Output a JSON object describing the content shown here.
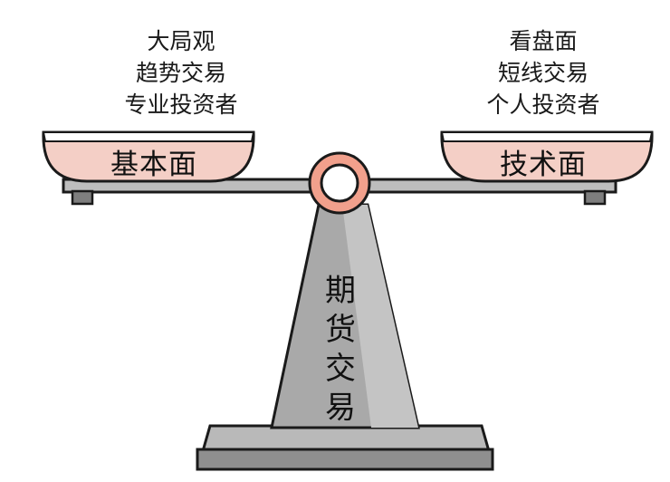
{
  "left": {
    "caption": [
      "大局观",
      "趋势交易",
      "专业投资者"
    ],
    "label": "基本面"
  },
  "right": {
    "caption": [
      "看盘面",
      "短线交易",
      "个人投资者"
    ],
    "label": "技术面"
  },
  "center": {
    "chars": [
      "期",
      "货",
      "交",
      "易"
    ]
  },
  "colors": {
    "bowl_fill": "#f4cfc6",
    "bowl_inner": "#ffffff",
    "ring": "#f1a08c",
    "metal": "#c9c9c9",
    "metal_dark": "#8d8d8d",
    "ink": "#1a1a1a"
  }
}
